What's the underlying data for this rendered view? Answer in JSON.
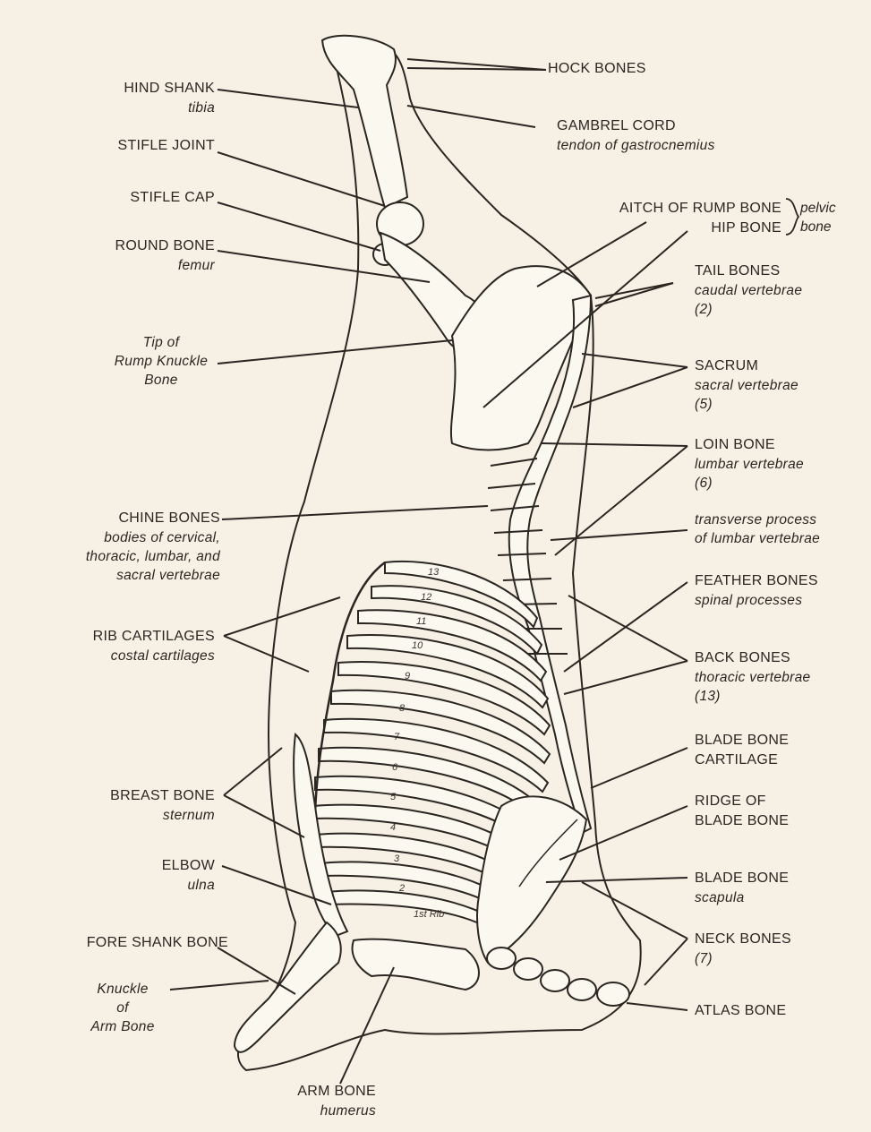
{
  "diagram": {
    "labels": {
      "hock_bones": {
        "title": "HOCK BONES"
      },
      "gambrel_cord": {
        "title": "GAMBREL CORD",
        "sub": "tendon of gastrocnemius"
      },
      "hind_shank": {
        "title": "HIND SHANK",
        "sub": "tibia"
      },
      "stifle_joint": {
        "title": "STIFLE JOINT"
      },
      "stifle_cap": {
        "title": "STIFLE CAP"
      },
      "round_bone": {
        "title": "ROUND BONE",
        "sub": "femur"
      },
      "aitch_bone": {
        "title": "AITCH OF RUMP BONE"
      },
      "hip_bone": {
        "title": "HIP BONE"
      },
      "pelvic_bone": {
        "line1": "pelvic",
        "line2": "bone"
      },
      "tail_bones": {
        "title": "TAIL BONES",
        "sub": "caudal vertebrae",
        "sub2": "(2)"
      },
      "rump_knuckle": {
        "line1": "Tip of",
        "line2": "Rump Knuckle",
        "line3": "Bone"
      },
      "sacrum": {
        "title": "SACRUM",
        "sub": "sacral vertebrae",
        "sub2": "(5)"
      },
      "loin_bone": {
        "title": "LOIN BONE",
        "sub": "lumbar vertebrae",
        "sub2": "(6)"
      },
      "chine_bones": {
        "title": "CHINE BONES",
        "sub": "bodies of cervical,",
        "sub2": "thoracic, lumbar, and",
        "sub3": "sacral vertebrae"
      },
      "transverse": {
        "line1": "transverse process",
        "line2": "of lumbar vertebrae"
      },
      "feather_bones": {
        "title": "FEATHER BONES",
        "sub": "spinal processes"
      },
      "rib_cartilages": {
        "title": "RIB CARTILAGES",
        "sub": "costal cartilages"
      },
      "back_bones": {
        "title": "BACK BONES",
        "sub": "thoracic vertebrae",
        "sub2": "(13)"
      },
      "blade_cartilage": {
        "title": "BLADE BONE",
        "title2": "CARTILAGE"
      },
      "breast_bone": {
        "title": "BREAST BONE",
        "sub": "sternum"
      },
      "ridge_blade": {
        "title": "RIDGE OF",
        "title2": "BLADE BONE"
      },
      "elbow": {
        "title": "ELBOW",
        "sub": "ulna"
      },
      "blade_bone": {
        "title": "BLADE BONE",
        "sub": "scapula"
      },
      "fore_shank": {
        "title": "FORE SHANK BONE"
      },
      "neck_bones": {
        "title": "NECK BONES",
        "sub": "(7)"
      },
      "knuckle_arm": {
        "line1": "Knuckle",
        "line2": "of",
        "line3": "Arm Bone"
      },
      "atlas_bone": {
        "title": "ATLAS BONE"
      },
      "arm_bone": {
        "title": "ARM BONE",
        "sub": "humerus"
      }
    },
    "rib_numbers": [
      "13",
      "12",
      "11",
      "10",
      "9",
      "8",
      "7",
      "6",
      "5",
      "4",
      "3",
      "2",
      "1st Rib"
    ],
    "colors": {
      "paper": "#f6f1e4",
      "ink": "#2b2622",
      "bone_fill": "#fbf8ef"
    }
  }
}
